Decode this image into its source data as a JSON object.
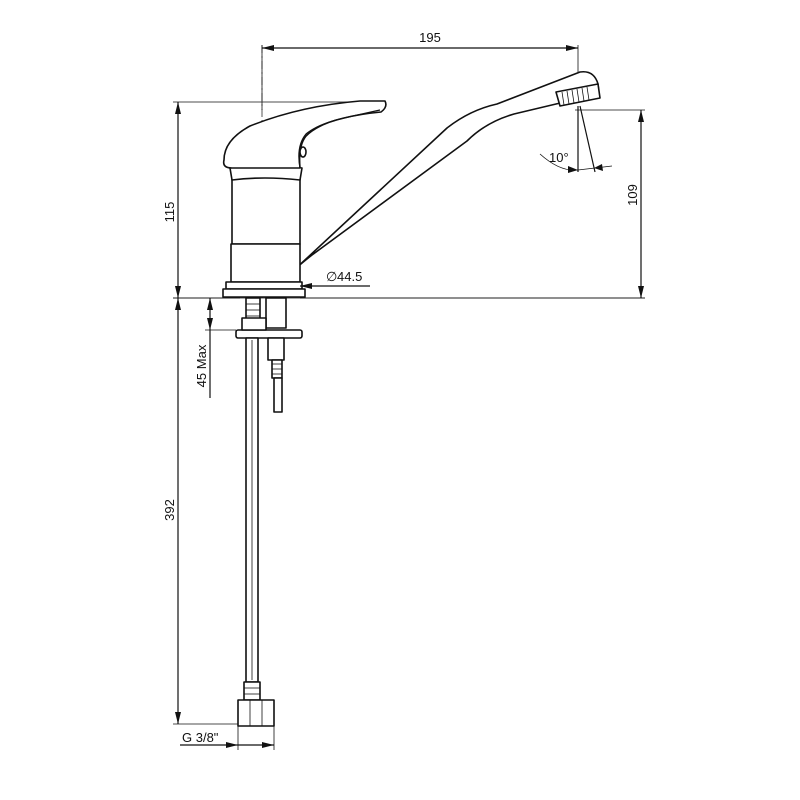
{
  "drawing": {
    "subject": "faucet",
    "dimensions": {
      "spout_reach": "195",
      "total_height": "115",
      "spout_height": "109",
      "spray_angle": "10°",
      "base_diameter": "44.5",
      "mount_thickness": "45 Max",
      "hose_length": "392",
      "connection_thread": "G 3/8\""
    },
    "diameter_symbol": "∅"
  }
}
